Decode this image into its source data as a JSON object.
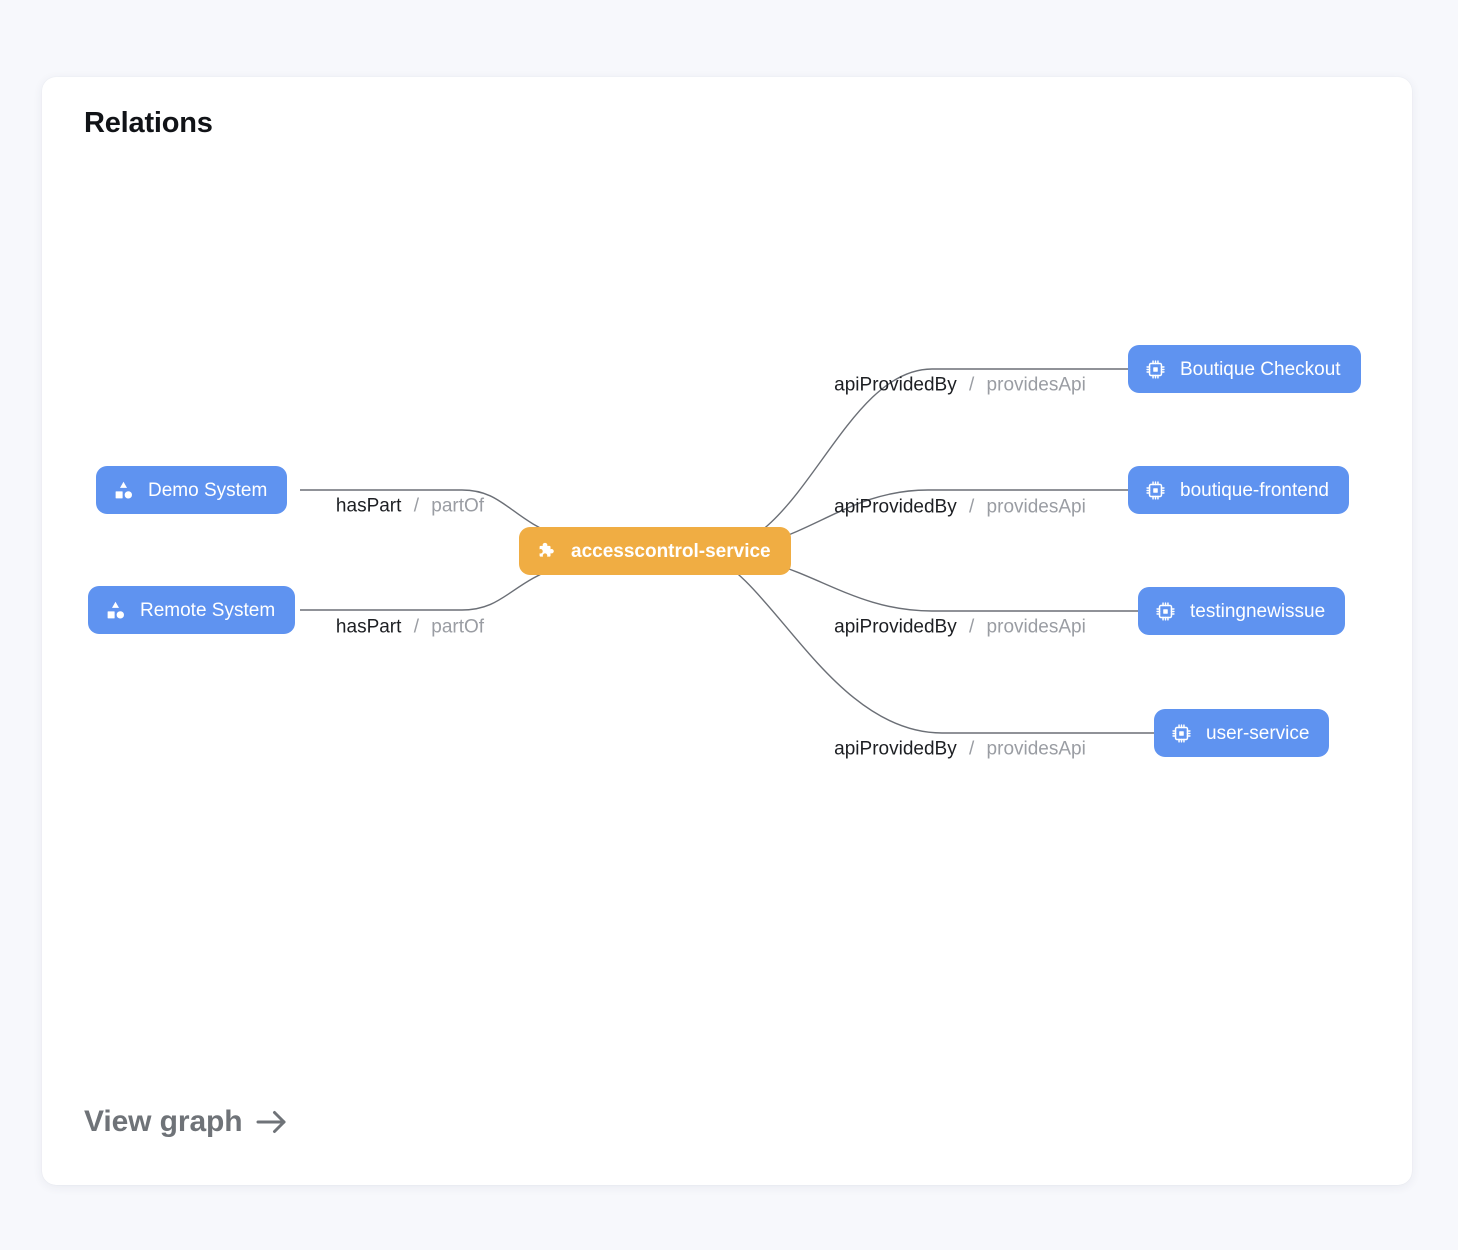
{
  "card": {
    "title": "Relations",
    "footer": {
      "label": "View graph",
      "arrow_icon": "arrow-right-icon"
    }
  },
  "colors": {
    "page_background": "#f7f8fc",
    "card_background": "#ffffff",
    "node_blue": "#5f93f0",
    "node_orange": "#f0ad43",
    "edge_stroke": "#6b6f76",
    "label_primary": "#1d1f23",
    "label_secondary": "#9a9da3",
    "footer_text": "#6f7378"
  },
  "graph": {
    "center_node": {
      "id": "accesscontrol-service",
      "label": "accesscontrol-service",
      "kind": "component",
      "icon": "puzzle-piece-icon",
      "color": "#f0ad43"
    },
    "left_nodes": [
      {
        "id": "demo-system",
        "label": "Demo System",
        "kind": "system",
        "icon": "category-shapes-icon",
        "color": "#5f93f0"
      },
      {
        "id": "remote-system",
        "label": "Remote System",
        "kind": "system",
        "icon": "category-shapes-icon",
        "color": "#5f93f0"
      }
    ],
    "right_nodes": [
      {
        "id": "boutique-checkout",
        "label": "Boutique Checkout",
        "kind": "api",
        "icon": "cpu-chip-icon",
        "color": "#5f93f0"
      },
      {
        "id": "boutique-frontend",
        "label": "boutique-frontend",
        "kind": "api",
        "icon": "cpu-chip-icon",
        "color": "#5f93f0"
      },
      {
        "id": "testingnewissue",
        "label": "testingnewissue",
        "kind": "api",
        "icon": "cpu-chip-icon",
        "color": "#5f93f0"
      },
      {
        "id": "user-service",
        "label": "user-service",
        "kind": "api",
        "icon": "cpu-chip-icon",
        "color": "#5f93f0"
      }
    ],
    "edges": [
      {
        "from": "demo-system",
        "to": "accesscontrol-service",
        "forward": "hasPart",
        "separator": "/",
        "reverse": "partOf"
      },
      {
        "from": "remote-system",
        "to": "accesscontrol-service",
        "forward": "hasPart",
        "separator": "/",
        "reverse": "partOf"
      },
      {
        "from": "accesscontrol-service",
        "to": "boutique-checkout",
        "forward": "apiProvidedBy",
        "separator": "/",
        "reverse": "providesApi"
      },
      {
        "from": "accesscontrol-service",
        "to": "boutique-frontend",
        "forward": "apiProvidedBy",
        "separator": "/",
        "reverse": "providesApi"
      },
      {
        "from": "accesscontrol-service",
        "to": "testingnewissue",
        "forward": "apiProvidedBy",
        "separator": "/",
        "reverse": "providesApi"
      },
      {
        "from": "accesscontrol-service",
        "to": "user-service",
        "forward": "apiProvidedBy",
        "separator": "/",
        "reverse": "providesApi"
      }
    ]
  }
}
